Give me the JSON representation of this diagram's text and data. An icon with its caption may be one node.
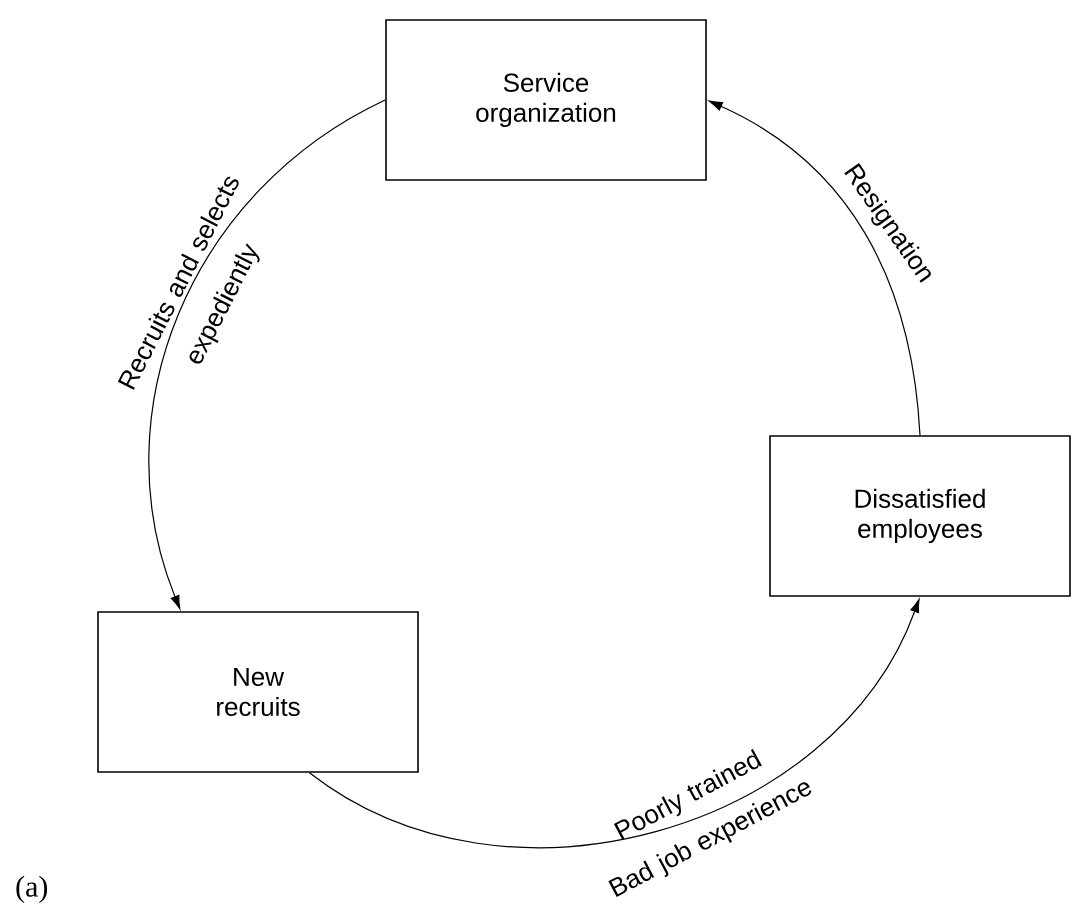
{
  "diagram": {
    "nodes": [
      {
        "text": [
          "Service organization"
        ]
      },
      {
        "text": [
          "New recruits"
        ]
      },
      {
        "text": [
          "Dissatisfied employees"
        ]
      }
    ],
    "edges": [
      {
        "from": 0,
        "to": 1,
        "arrow": "to",
        "label": "Recruits and selects expediently"
      },
      {
        "from": 1,
        "to": 2,
        "arrow": "to",
        "label": "Poorly trained Bad job experience"
      },
      {
        "from": 2,
        "to": 0,
        "arrow": "to",
        "label": "Resignation"
      }
    ],
    "labels": [
      "(a)"
    ]
  }
}
